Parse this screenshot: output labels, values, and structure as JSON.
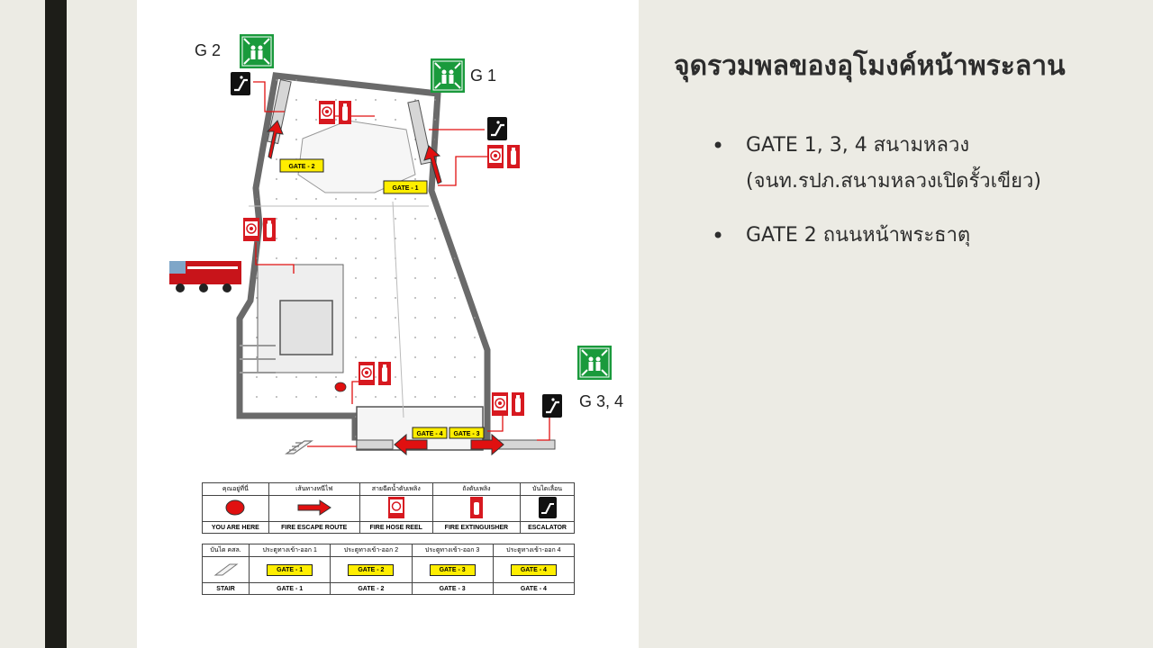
{
  "slide": {
    "title": "จุดรวมพลของอุโมงค์หน้าพระลาน",
    "bullets": [
      {
        "line1": "GATE 1, 3, 4 สนามหลวง",
        "line2": "(จนท.รปภ.สนามหลวงเปิดรั้วเขียว)"
      },
      {
        "line1": "GATE 2 ถนนหน้าพระธาตุ",
        "line2": ""
      }
    ]
  },
  "map": {
    "assembly_labels": [
      "G 2",
      "G 1",
      "G 3, 4"
    ],
    "gate_labels": [
      "GATE - 1",
      "GATE - 2",
      "GATE - 3",
      "GATE - 4"
    ]
  },
  "legend": {
    "row1_headers": [
      "คุณอยู่ที่นี่",
      "เส้นทางหนีไฟ",
      "สายฉีดน้ำดับเพลิง",
      "ถังดับเพลิง",
      "บันไดเลื่อน"
    ],
    "row1_names": [
      "YOU ARE HERE",
      "FIRE ESCAPE ROUTE",
      "FIRE HOSE REEL",
      "FIRE EXTINGUISHER",
      "ESCALATOR"
    ],
    "row2_headers": [
      "บันได คสล.",
      "ประตูทางเข้า-ออก 1",
      "ประตูทางเข้า-ออก 2",
      "ประตูทางเข้า-ออก 3",
      "ประตูทางเข้า-ออก 4"
    ],
    "row2_chips": [
      "GATE - 1",
      "GATE - 2",
      "GATE - 3",
      "GATE - 4"
    ],
    "row2_names": [
      "STAIR",
      "GATE - 1",
      "GATE - 2",
      "GATE - 3",
      "GATE - 4"
    ]
  },
  "colors": {
    "assembly_green": "#1a9a3c",
    "route_red": "#e01010",
    "gate_yellow": "#ffee00",
    "slide_bg": "#ecebe4"
  },
  "icons": [
    "assembly-point-icon",
    "escalator-icon",
    "fire-hose-reel-icon",
    "fire-extinguisher-icon",
    "fire-truck-icon",
    "you-are-here-icon",
    "escape-arrow-icon",
    "stair-icon"
  ]
}
